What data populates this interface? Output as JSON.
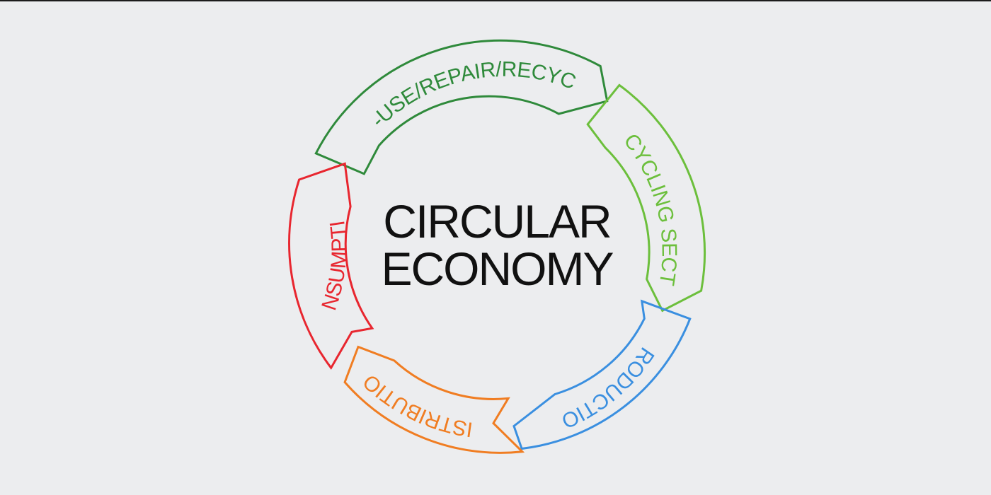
{
  "diagram": {
    "center": {
      "line1": "CIRCULAR",
      "line2": "ECONOMY"
    },
    "segments": [
      {
        "key": "reuse",
        "label": "RE-USE/REPAIR/RECYCLE",
        "color": "#2f8a3b"
      },
      {
        "key": "recycling",
        "label": "RECYCLING SECTOR",
        "color": "#6cbf3c"
      },
      {
        "key": "production",
        "label": "PRODUCTION",
        "color": "#3a8fe0"
      },
      {
        "key": "distribution",
        "label": "DISTRIBUTION",
        "color": "#f07d22"
      },
      {
        "key": "consumption",
        "label": "CONSUMPTION",
        "color": "#e8262f"
      }
    ]
  }
}
